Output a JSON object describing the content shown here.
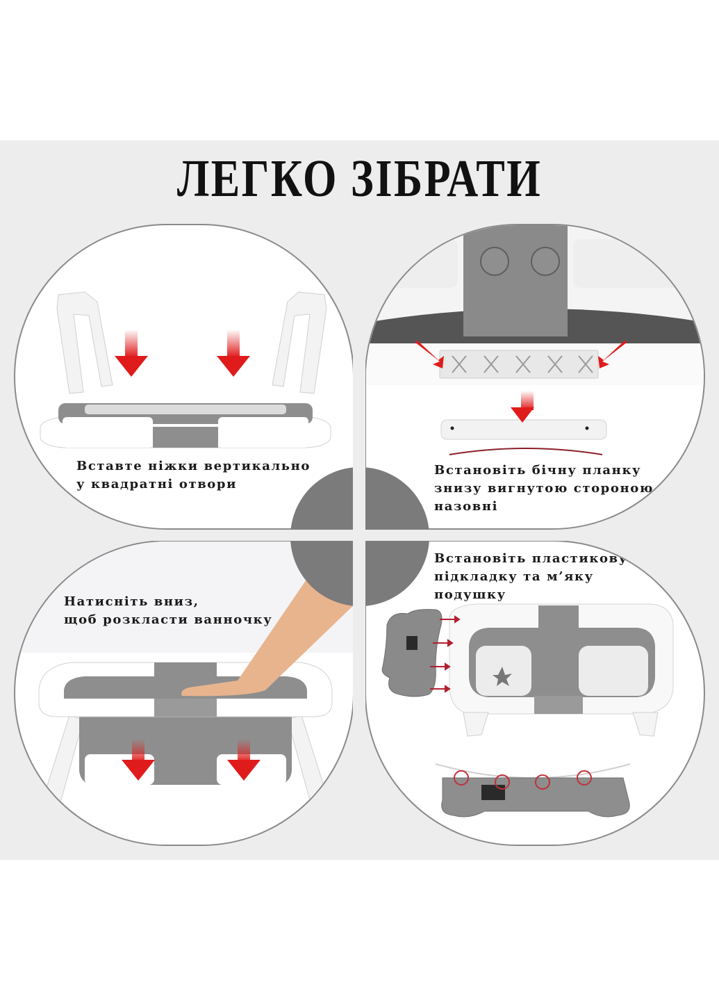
{
  "title": "ЛЕГКО ЗІБРАТИ",
  "colors": {
    "background_band": "#ededed",
    "panel_fill": "#ffffff",
    "panel_border": "#8a8a8a",
    "center_circle": "#7b7b7b",
    "tub_gray": "#8c8c8c",
    "arrow_red": "#e01b1b",
    "text": "#1a1a1a"
  },
  "panels": [
    {
      "id": "top-left",
      "step_caption": "Вставте ніжки вертикально\nу квадратні отвори",
      "illustration": "tub-base-with-legs",
      "icons": [
        "arrow-down-icon",
        "arrow-down-icon"
      ]
    },
    {
      "id": "top-right",
      "step_caption": "Встановіть бічну планку\nзнизу вигнутою стороною\nназовні",
      "illustration": "side-bar-closeup",
      "icons": [
        "arrow-diagonal-icon",
        "arrow-diagonal-icon",
        "arrow-down-icon"
      ]
    },
    {
      "id": "bottom-left",
      "step_caption": "Натисніть вниз,\nщоб розкласти ванночку",
      "illustration": "hand-pressing-tub",
      "icons": [
        "arrow-down-icon",
        "arrow-down-icon"
      ]
    },
    {
      "id": "bottom-right",
      "step_caption": "Встановіть пластикову\nпідкладку та м’яку\nподушку",
      "illustration": "tub-with-bear-pad",
      "icons": [
        "arrow-right-icon",
        "arrow-right-icon",
        "arrow-right-icon",
        "arrow-right-icon",
        "circle-marker-icon",
        "circle-marker-icon",
        "circle-marker-icon",
        "circle-marker-icon"
      ]
    }
  ]
}
